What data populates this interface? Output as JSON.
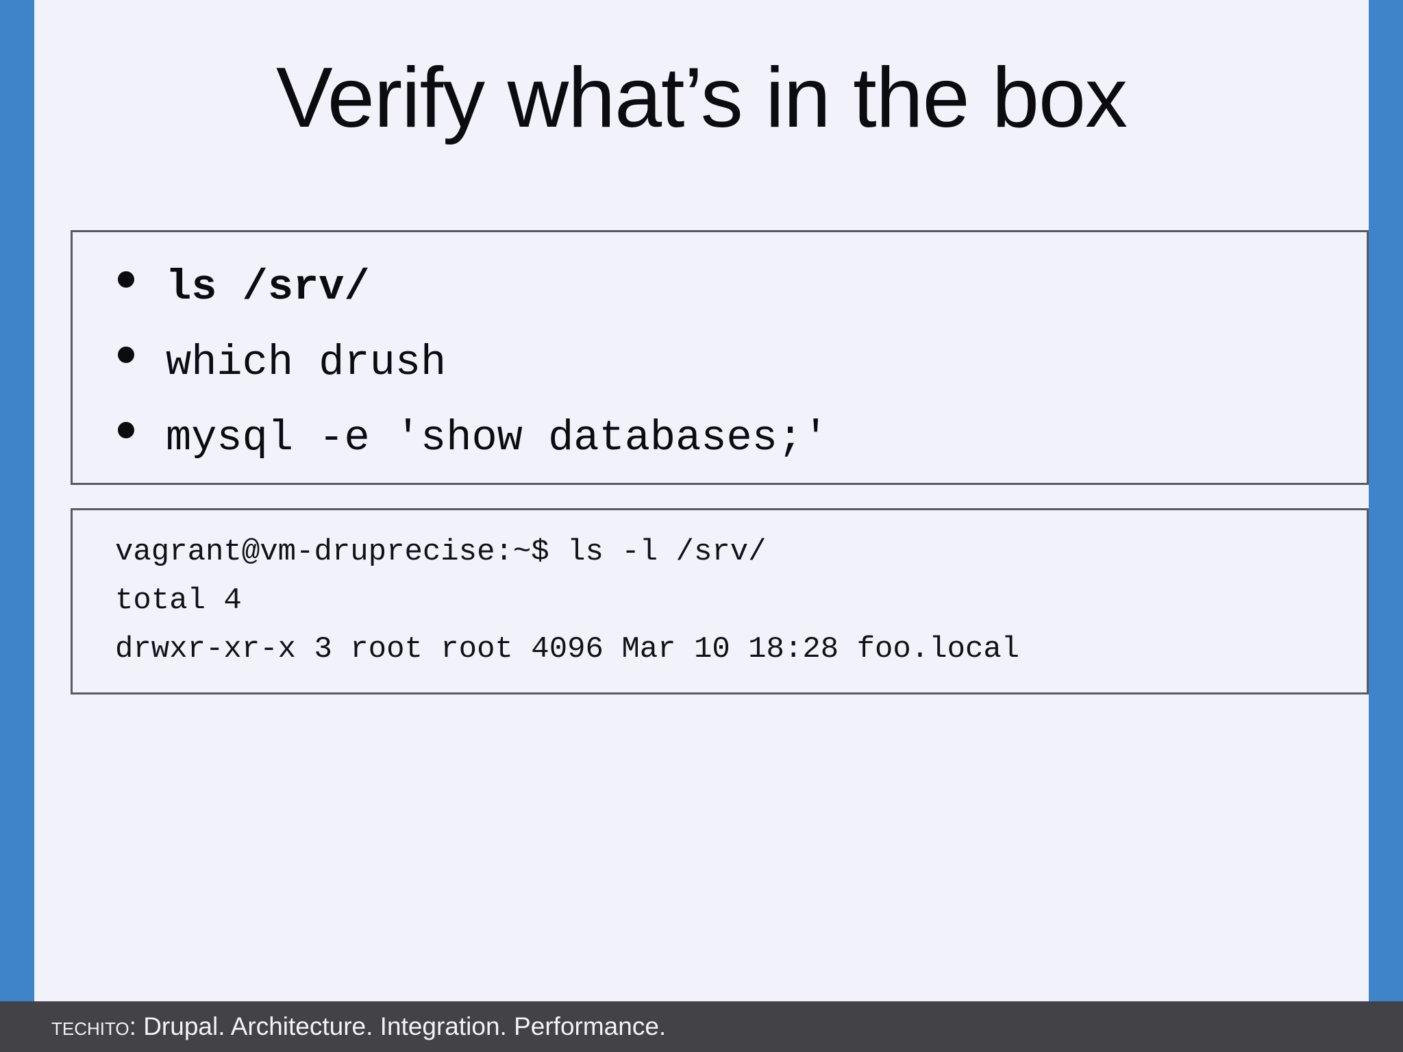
{
  "slide": {
    "title": "Verify what’s in the box",
    "accent_color": "#3d85c8",
    "background_color": "#f2f2fb",
    "border_color": "#595960",
    "footer_background_color": "#424247",
    "text_color": "#0b0b10"
  },
  "commands": {
    "items": [
      {
        "text": "ls /srv/",
        "bold": true
      },
      {
        "text": "which drush",
        "bold": false
      },
      {
        "text": "mysql -e 'show databases;'",
        "bold": false
      }
    ]
  },
  "terminal": {
    "lines": [
      "vagrant@vm-druprecise:~$ ls -l /srv/",
      "total 4",
      "drwxr-xr-x 3 root root 4096 Mar 10 18:28 foo.local"
    ]
  },
  "footer": {
    "brand": "Techito",
    "separator": ": ",
    "tagline": "Drupal. Architecture. Integration. Performance."
  }
}
